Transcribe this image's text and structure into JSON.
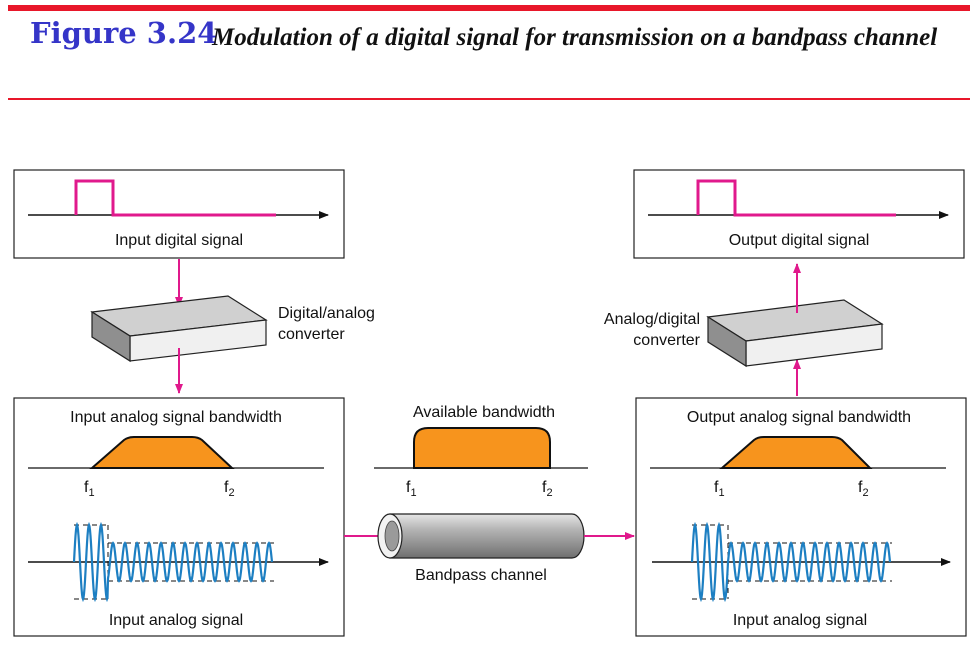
{
  "figure": {
    "number": "Figure 3.24",
    "title": "Modulation of a digital signal for transmission on a bandpass channel"
  },
  "labels": {
    "input_digital": "Input digital signal",
    "da_converter_line1": "Digital/analog",
    "da_converter_line2": "converter",
    "input_bandwidth": "Input analog signal bandwidth",
    "available_bandwidth": "Available bandwidth",
    "output_bandwidth": "Output analog signal bandwidth",
    "ad_converter_line1": "Analog/digital",
    "ad_converter_line2": "converter",
    "output_digital": "Output digital signal",
    "bandpass_channel": "Bandpass channel",
    "input_analog_left": "Input analog signal",
    "input_analog_right": "Input analog signal",
    "f1": "f",
    "f2": "f",
    "sub1": "1",
    "sub2": "2"
  },
  "colors": {
    "accent_red": "#e8172a",
    "figure_blue": "#3535c8",
    "arrow_magenta": "#e0198c",
    "bandwidth_orange": "#f7941d",
    "wave_blue": "#1d7fc2"
  }
}
